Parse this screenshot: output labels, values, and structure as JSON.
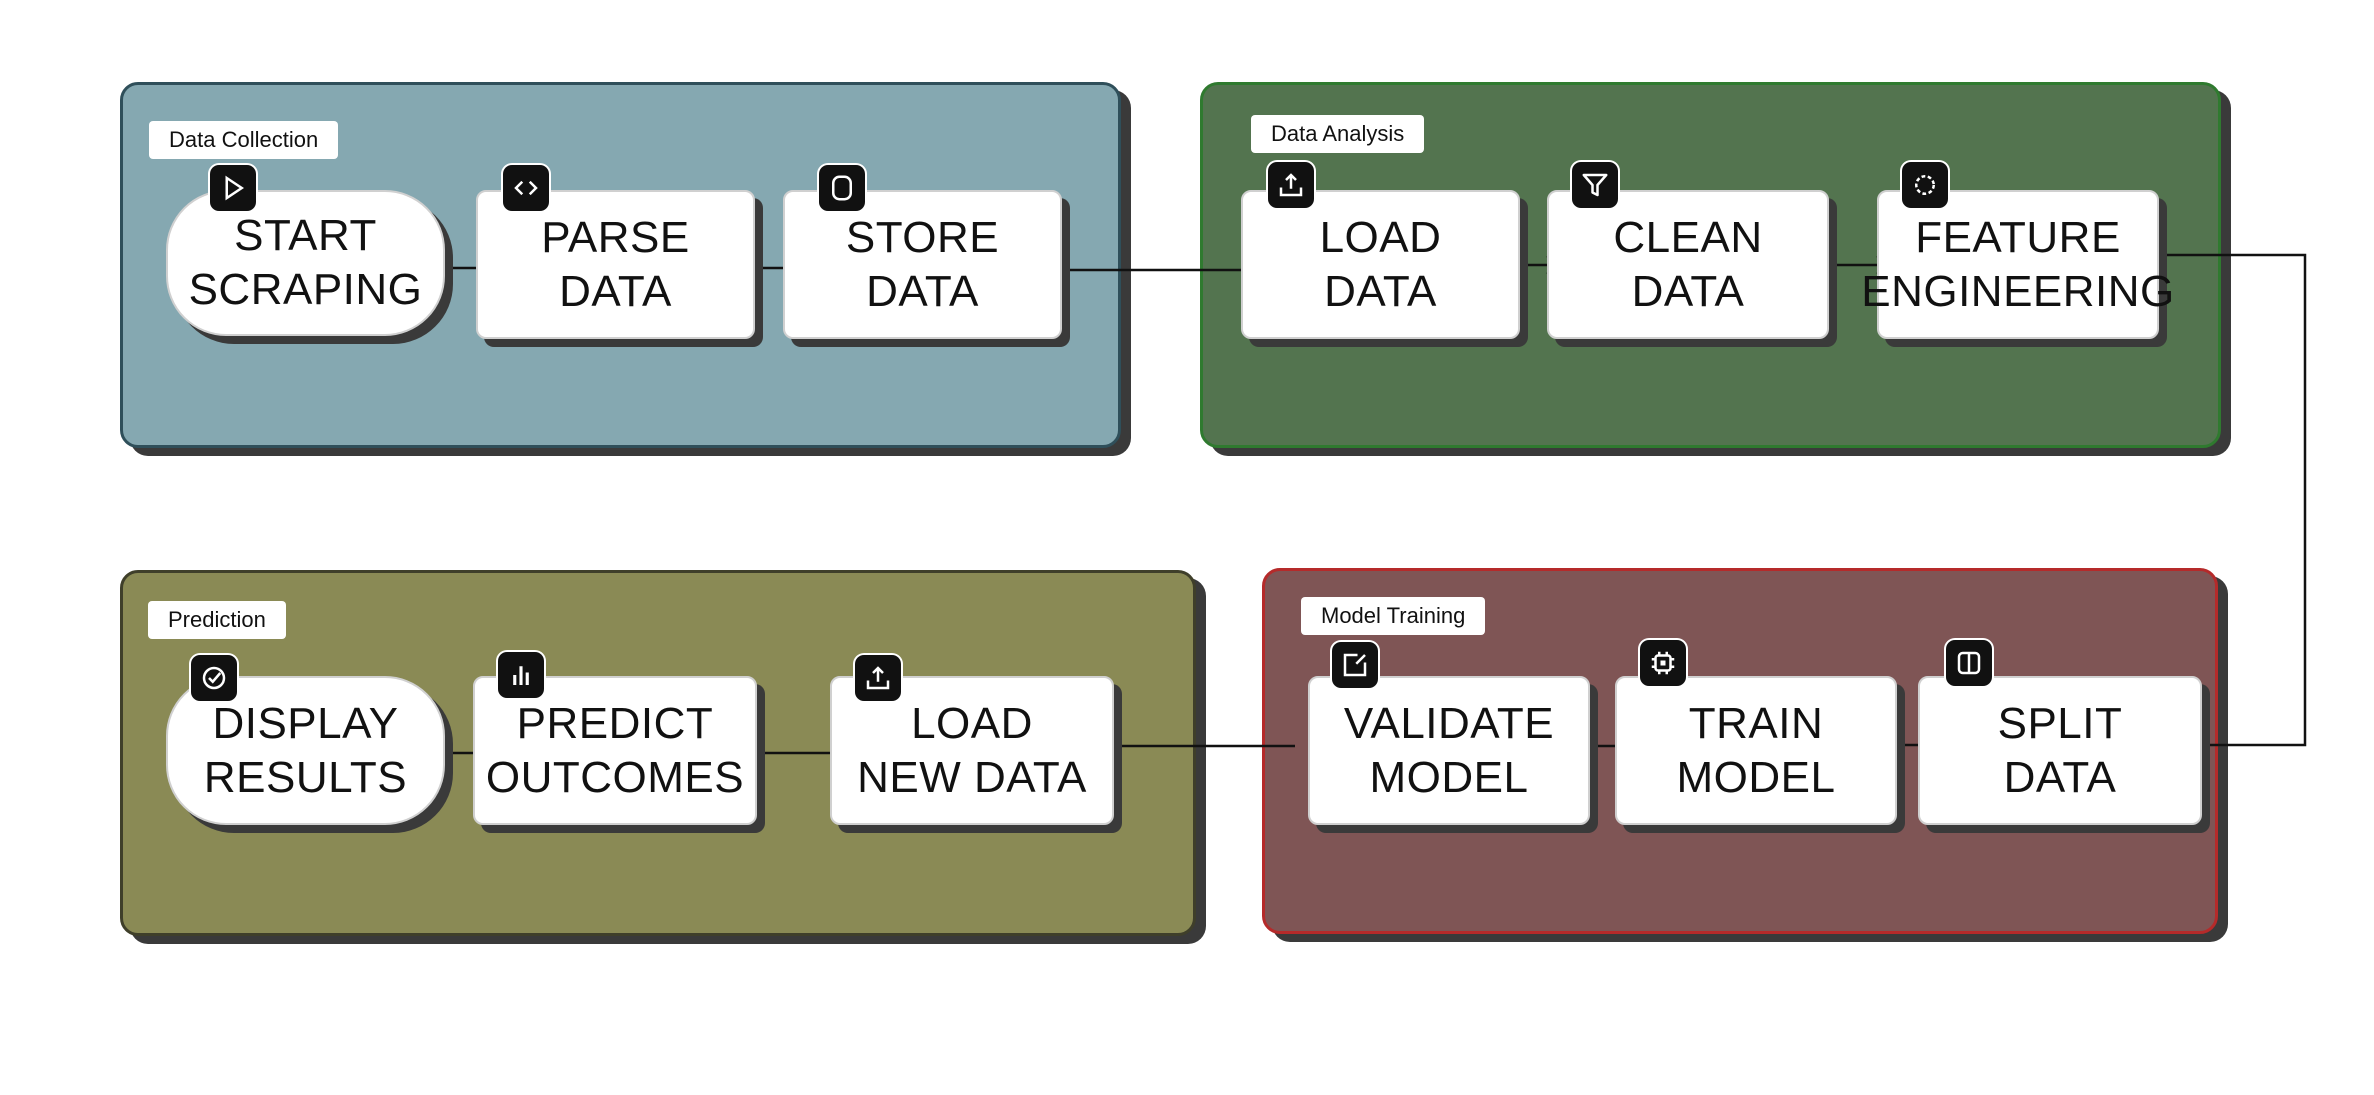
{
  "groups": {
    "collection": "Data Collection",
    "analysis": "Data Analysis",
    "training": "Model Training",
    "prediction": "Prediction"
  },
  "nodes": {
    "start_scraping": {
      "label": "START\nSCRAPING",
      "icon": "play-icon"
    },
    "parse_data": {
      "label": "PARSE\nDATA",
      "icon": "code-icon"
    },
    "store_data": {
      "label": "STORE\nDATA",
      "icon": "database-icon"
    },
    "load_data": {
      "label": "LOAD\nDATA",
      "icon": "upload-icon"
    },
    "clean_data": {
      "label": "CLEAN\nDATA",
      "icon": "filter-icon"
    },
    "feature_engineering": {
      "label": "FEATURE\nENGINEERING",
      "icon": "gear-icon"
    },
    "split_data": {
      "label": "SPLIT\nDATA",
      "icon": "columns-icon"
    },
    "train_model": {
      "label": "TRAIN\nMODEL",
      "icon": "chip-icon"
    },
    "validate_model": {
      "label": "VALIDATE\nMODEL",
      "icon": "external-check-icon"
    },
    "load_new_data": {
      "label": "LOAD\nNEW DATA",
      "icon": "upload-icon"
    },
    "predict_outcomes": {
      "label": "PREDICT\nOUTCOMES",
      "icon": "bar-chart-icon"
    },
    "display_results": {
      "label": "DISPLAY\nRESULTS",
      "icon": "check-circle-icon"
    }
  },
  "edges": [
    [
      "start_scraping",
      "parse_data"
    ],
    [
      "parse_data",
      "store_data"
    ],
    [
      "store_data",
      "load_data"
    ],
    [
      "load_data",
      "clean_data"
    ],
    [
      "clean_data",
      "feature_engineering"
    ],
    [
      "feature_engineering",
      "split_data"
    ],
    [
      "split_data",
      "train_model"
    ],
    [
      "train_model",
      "validate_model"
    ],
    [
      "validate_model",
      "load_new_data"
    ],
    [
      "load_new_data",
      "predict_outcomes"
    ],
    [
      "predict_outcomes",
      "display_results"
    ]
  ]
}
